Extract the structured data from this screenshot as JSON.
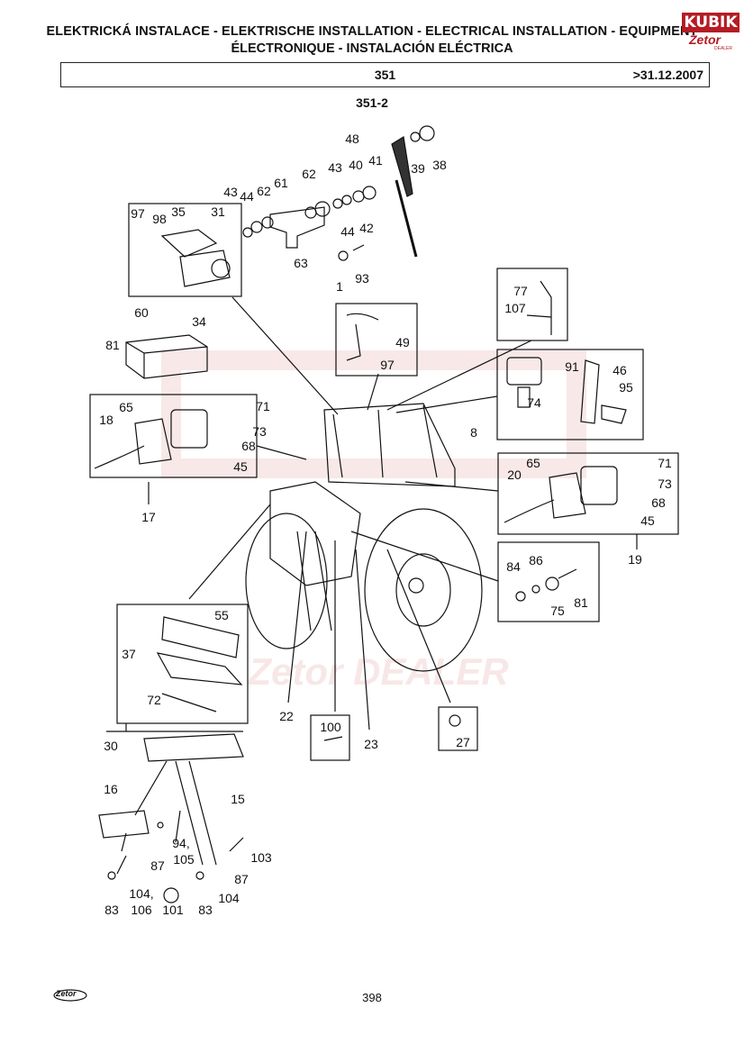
{
  "header": {
    "line1": "ELEKTRICKÁ INSTALACE - ELEKTRISCHE INSTALLATION - ELECTRICAL INSTALLATION - EQUIPMENT",
    "line2": "ÉLECTRONIQUE - INSTALACIÓN ELÉCTRICA",
    "model": "351",
    "date": ">31.12.2007",
    "subtitle": "351-2"
  },
  "dealer_logo": {
    "top": "KUBIK",
    "brand": "Zetor",
    "tag": "DEALER"
  },
  "watermark": "Zetor DEALER",
  "callouts": [
    "48",
    "39",
    "38",
    "62",
    "43",
    "40",
    "41",
    "43",
    "44",
    "62",
    "61",
    "42",
    "44",
    "93",
    "1",
    "63",
    "97",
    "98",
    "35",
    "31",
    "34",
    "60",
    "81",
    "49",
    "97",
    "77",
    "107",
    "91",
    "46",
    "95",
    "74",
    "8",
    "65",
    "71",
    "73",
    "68",
    "18",
    "45",
    "17",
    "20",
    "65",
    "71",
    "73",
    "68",
    "45",
    "19",
    "84",
    "86",
    "81",
    "75",
    "55",
    "37",
    "72",
    "30",
    "22",
    "100",
    "23",
    "27",
    "16",
    "15",
    "94,",
    "105",
    "87",
    "103",
    "87",
    "83",
    "104,",
    "106",
    "101",
    "83",
    "104"
  ],
  "footer": {
    "page": "398",
    "logo": "Zetor"
  },
  "colors": {
    "ink": "#111111",
    "watermark": "#f3d5d5",
    "brand": "#b51c24"
  }
}
